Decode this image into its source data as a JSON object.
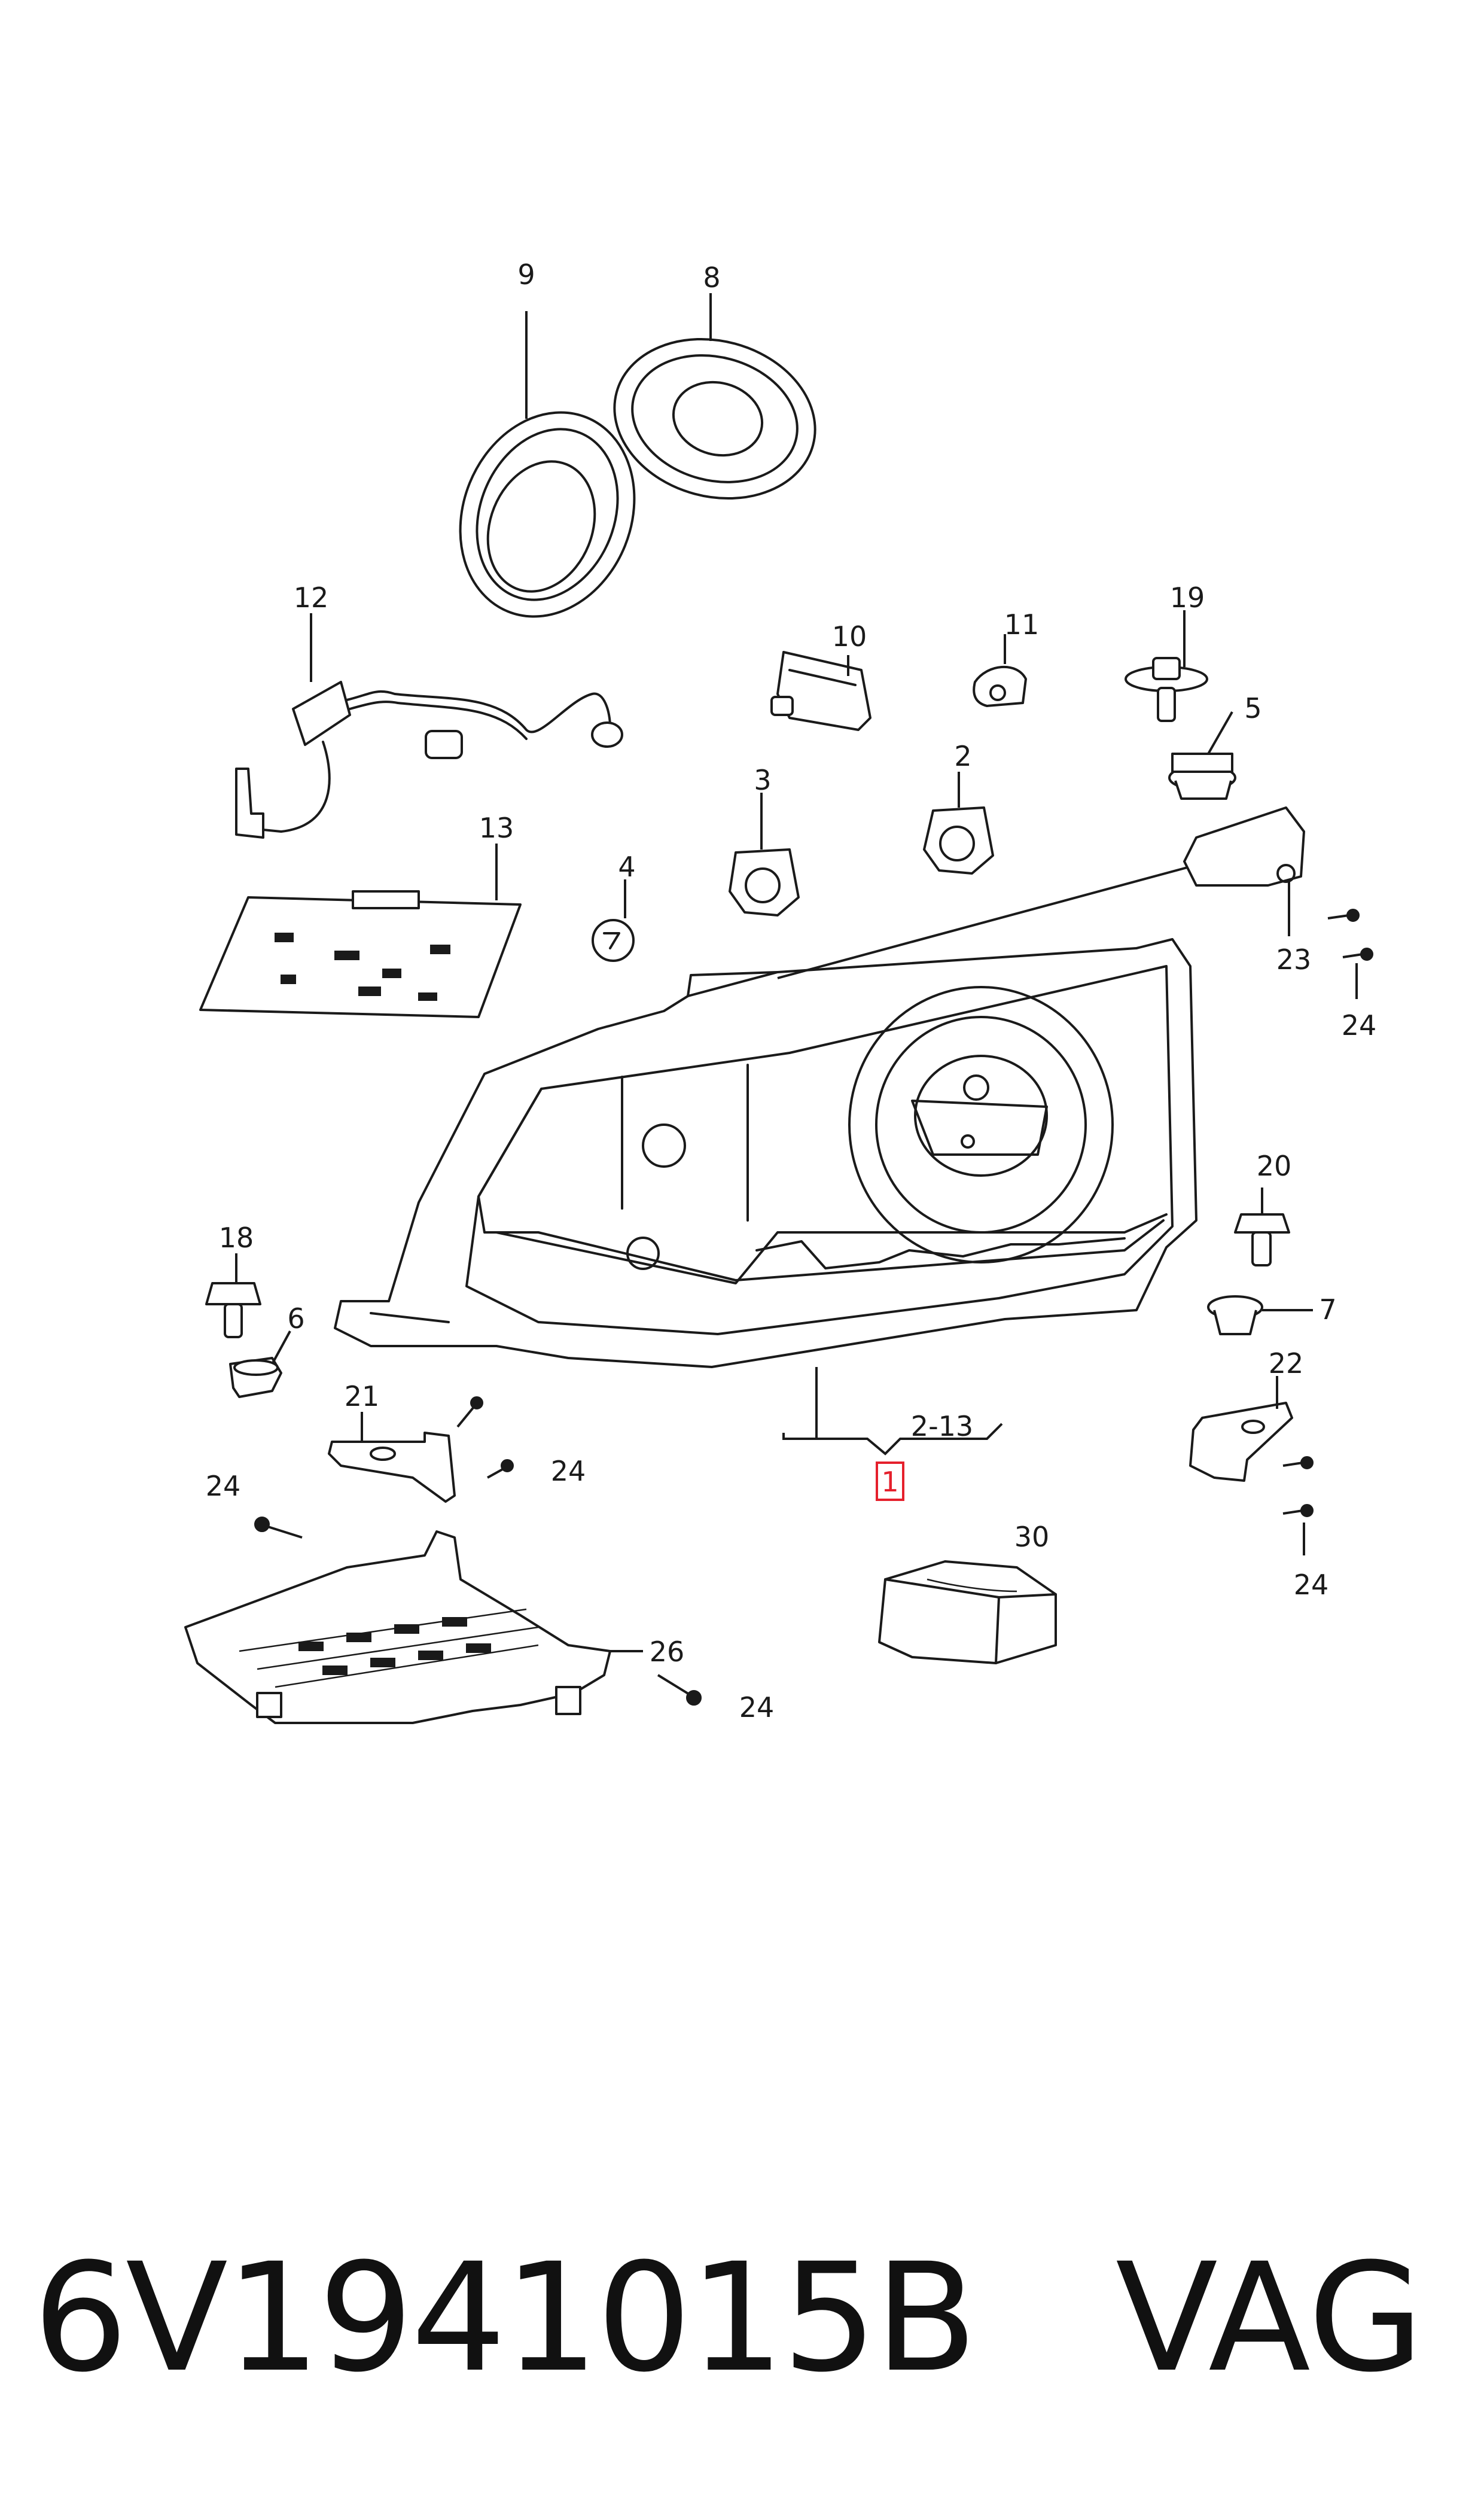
{
  "callouts": {
    "c1": "1",
    "c2": "2",
    "c3": "3",
    "c4": "4",
    "c5": "5",
    "c6": "6",
    "c7": "7",
    "c8": "8",
    "c9": "9",
    "c10": "10",
    "c11": "11",
    "c12": "12",
    "c13": "13",
    "c18": "18",
    "c19": "19",
    "c20": "20",
    "c21": "21",
    "c22": "22",
    "c23": "23",
    "c26": "26",
    "c30": "30",
    "range": "2-13",
    "c24": "24"
  },
  "highlight_color": "#e5202c",
  "footer": {
    "part_number": "6V1941015B",
    "brand": "VAG"
  }
}
